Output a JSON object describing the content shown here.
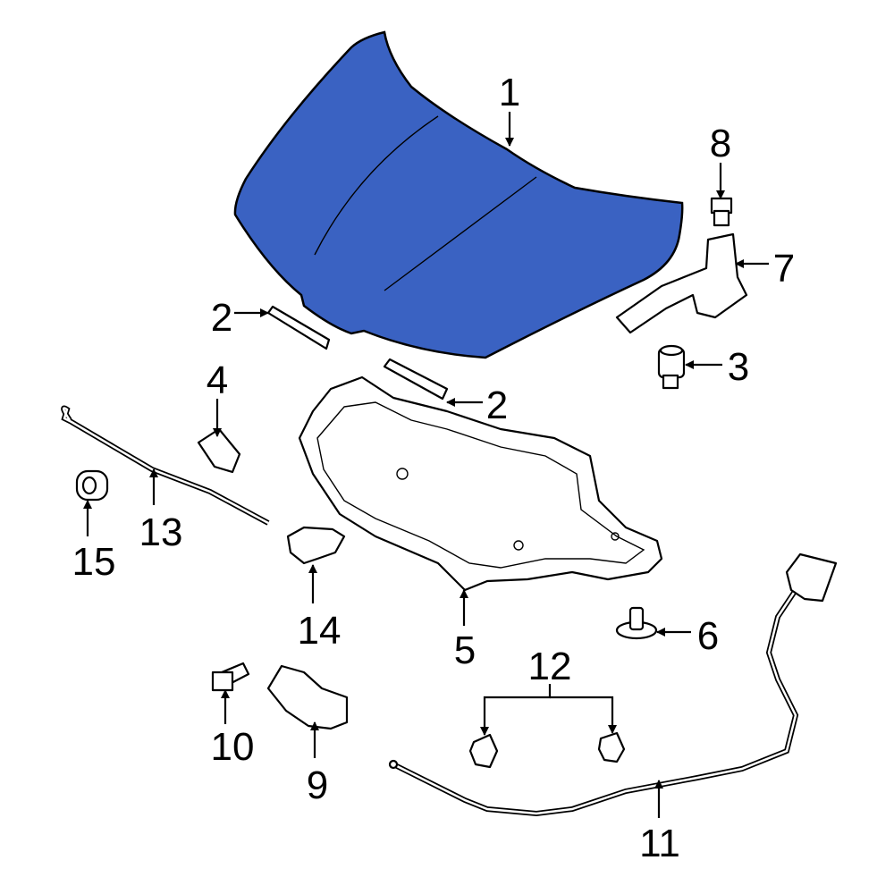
{
  "title": "Hood components diagram",
  "colors": {
    "highlight": "#3a62c2",
    "line": "#000000"
  },
  "callouts": [
    {
      "number": "1",
      "part": "hood"
    },
    {
      "number": "2",
      "part": "seal-left"
    },
    {
      "number": "2",
      "part": "seal-right"
    },
    {
      "number": "3",
      "part": "bumper"
    },
    {
      "number": "4",
      "part": "prop-rod-clip"
    },
    {
      "number": "5",
      "part": "insulator"
    },
    {
      "number": "6",
      "part": "insulator-retainer"
    },
    {
      "number": "7",
      "part": "hinge"
    },
    {
      "number": "8",
      "part": "hinge-bolt"
    },
    {
      "number": "9",
      "part": "latch"
    },
    {
      "number": "10",
      "part": "latch-bolt"
    },
    {
      "number": "11",
      "part": "release-cable"
    },
    {
      "number": "12",
      "part": "cable-clips"
    },
    {
      "number": "13",
      "part": "prop-rod"
    },
    {
      "number": "14",
      "part": "prop-rod-holder"
    },
    {
      "number": "15",
      "part": "grommet"
    }
  ]
}
